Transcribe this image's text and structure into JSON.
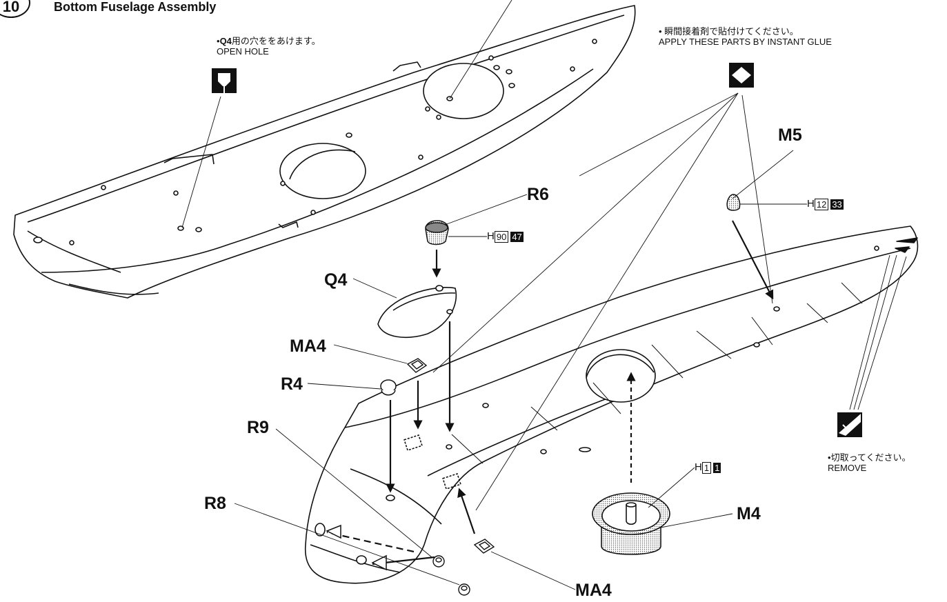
{
  "step": {
    "number": "10",
    "title": "Bottom Fuselage Assembly"
  },
  "notes": {
    "open_hole_jp_part": "Q4",
    "open_hole_jp_rest": "用の穴ををあけます。",
    "open_hole_en": "OPEN HOLE",
    "glue_jp": "瞬間接着剤で貼付けてください。",
    "glue_en": "APPLY THESE PARTS BY INSTANT GLUE",
    "remove_jp": "切取ってください。",
    "remove_en": "REMOVE"
  },
  "parts": {
    "m5": "M5",
    "r6": "R6",
    "q4": "Q4",
    "ma4_top": "MA4",
    "r4": "R4",
    "r9": "R9",
    "r8": "R8",
    "ma4_bottom": "MA4",
    "m4": "M4"
  },
  "paint_codes": {
    "m5": {
      "prefix": "H",
      "h": "12",
      "x": "33"
    },
    "r6": {
      "prefix": "H",
      "h": "90",
      "x": "47"
    },
    "m4": {
      "prefix": "H",
      "h": "1",
      "x": "1"
    }
  },
  "icons": {
    "drill": "drill-icon",
    "glue": "instant-glue-diamond-icon",
    "cut": "cut-off-icon"
  },
  "colors": {
    "ink": "#111111",
    "paper": "#ffffff",
    "shade": "#9a9a9a"
  }
}
